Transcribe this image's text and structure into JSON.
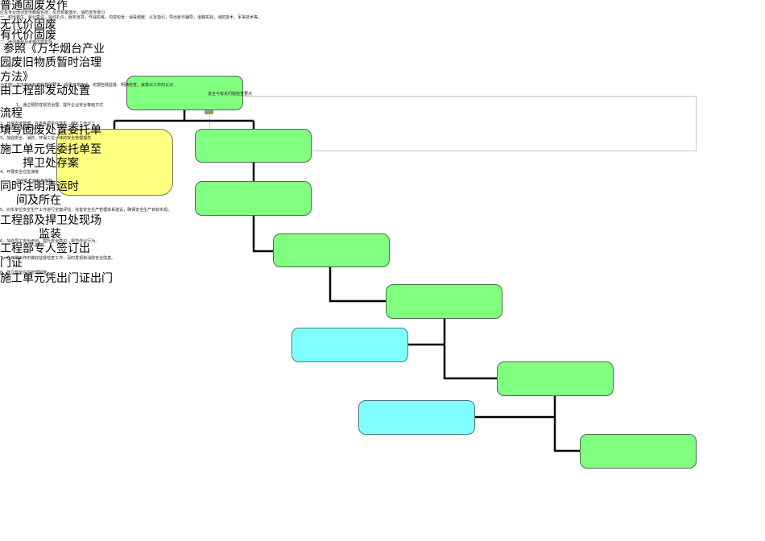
{
  "headings": [
    "普通固废发作",
    "无代价固废",
    "有代价固废",
    "参照《万华烟台产业",
    "园废旧物质暂时治理",
    "方法》",
    "由工程部发动处置",
    "流程",
    "填写固废处置委托单",
    "施工单元凭委托单至",
    "捍卫处存案",
    "同时注明清运时",
    "间及所在",
    "工程部及捍卫处现场",
    "监装",
    "工程部专人签订出",
    "门证",
    "施工单元凭出门证出门"
  ],
  "notes": [
    "应急专业培训宣传教程包括：反恐预警演示，消防宣传演习",
    "一、积出救生、就业意识，操动礼仪，服务宣贯，作战实练，内容包含：消毒疏散、以及指引，导出就与辅导，道路实验，消防技术，军事技术等。",
    "二、培训类型及考核内容包括",
    "为了统一关于安全标准的基础要求，提倡日常安全、定期自我监督、明确检查，就像对工作的认识",
    "安全与有关问题检查要点",
    "1、通过预防性规范治理、提升企业安全等级方式",
    "2、日常安全管理，完善各项责任落实，细化工作分工",
    "管理和建议相关产品",
    "3、加强安全、消防、环保三位一体的安全管理理念",
    "4、开展安全应急演练",
    "安全生产目标与指标",
    "5、对本单位安全生产工作进行全面评估，完善安全生产管理体系建设，确保安全生产目标实现。",
    "6、加强员工安全培训，提升安全意识，规范作业行为。",
    "7、在日常工作中做好监督检查工作，及时发现和消除安全隐患。",
    "8、建立健全应急管理制度。"
  ],
  "colors": {
    "process": "#80ff80",
    "start": "#ffff80",
    "side": "#80ffff",
    "line": "#000000"
  }
}
